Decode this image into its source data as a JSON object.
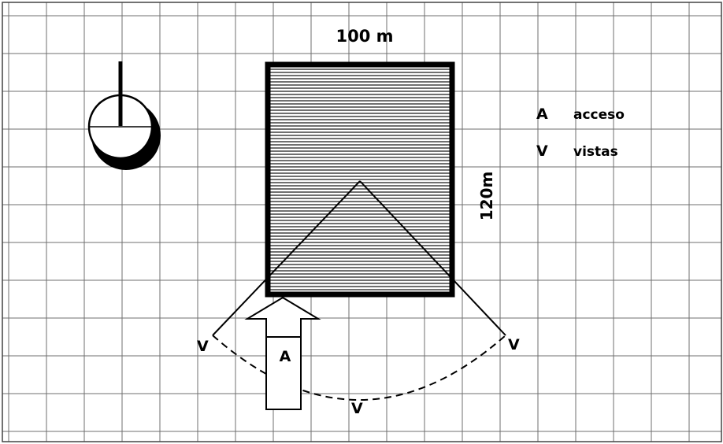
{
  "dimensions": {
    "width_label": "100 m",
    "height_label": "120m"
  },
  "legend": {
    "access_letter": "A",
    "access_text": "acceso",
    "views_letter": "V",
    "views_text": "vistas"
  },
  "markers": {
    "access": "A",
    "view_left": "V",
    "view_right": "V",
    "view_bottom": "V"
  },
  "colors": {
    "ink": "#000000",
    "grid": "#6f6f6f",
    "paper": "#ffffff"
  }
}
